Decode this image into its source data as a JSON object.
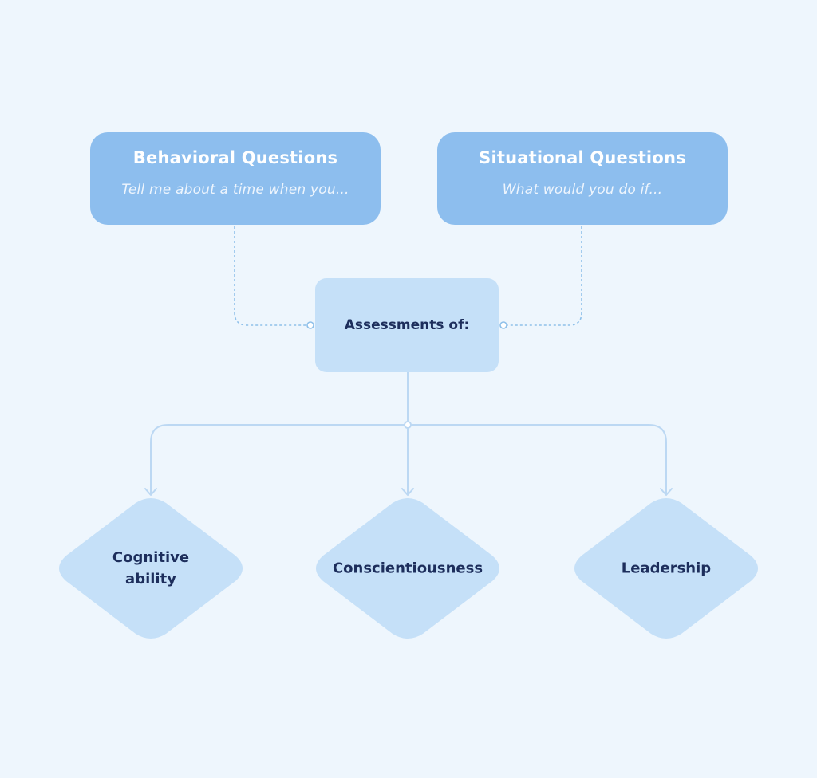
{
  "colors": {
    "background": "#eef6fd",
    "question_box": "#8dbeee",
    "center_box": "#c5e0f8",
    "diamond": "#c5e0f8",
    "connector": "#bcd8f3",
    "dashed_connector": "#8fc0ea",
    "label_text": "#1d2e5c"
  },
  "questions": {
    "behavioral": {
      "title": "Behavioral Questions",
      "subtitle": "Tell me about a time when you..."
    },
    "situational": {
      "title": "Situational Questions",
      "subtitle": "What would you do if..."
    }
  },
  "center": {
    "label": "Assessments of:"
  },
  "outcomes": [
    {
      "label": "Cognitive\nability"
    },
    {
      "label": "Conscientiousness"
    },
    {
      "label": "Leadership"
    }
  ]
}
